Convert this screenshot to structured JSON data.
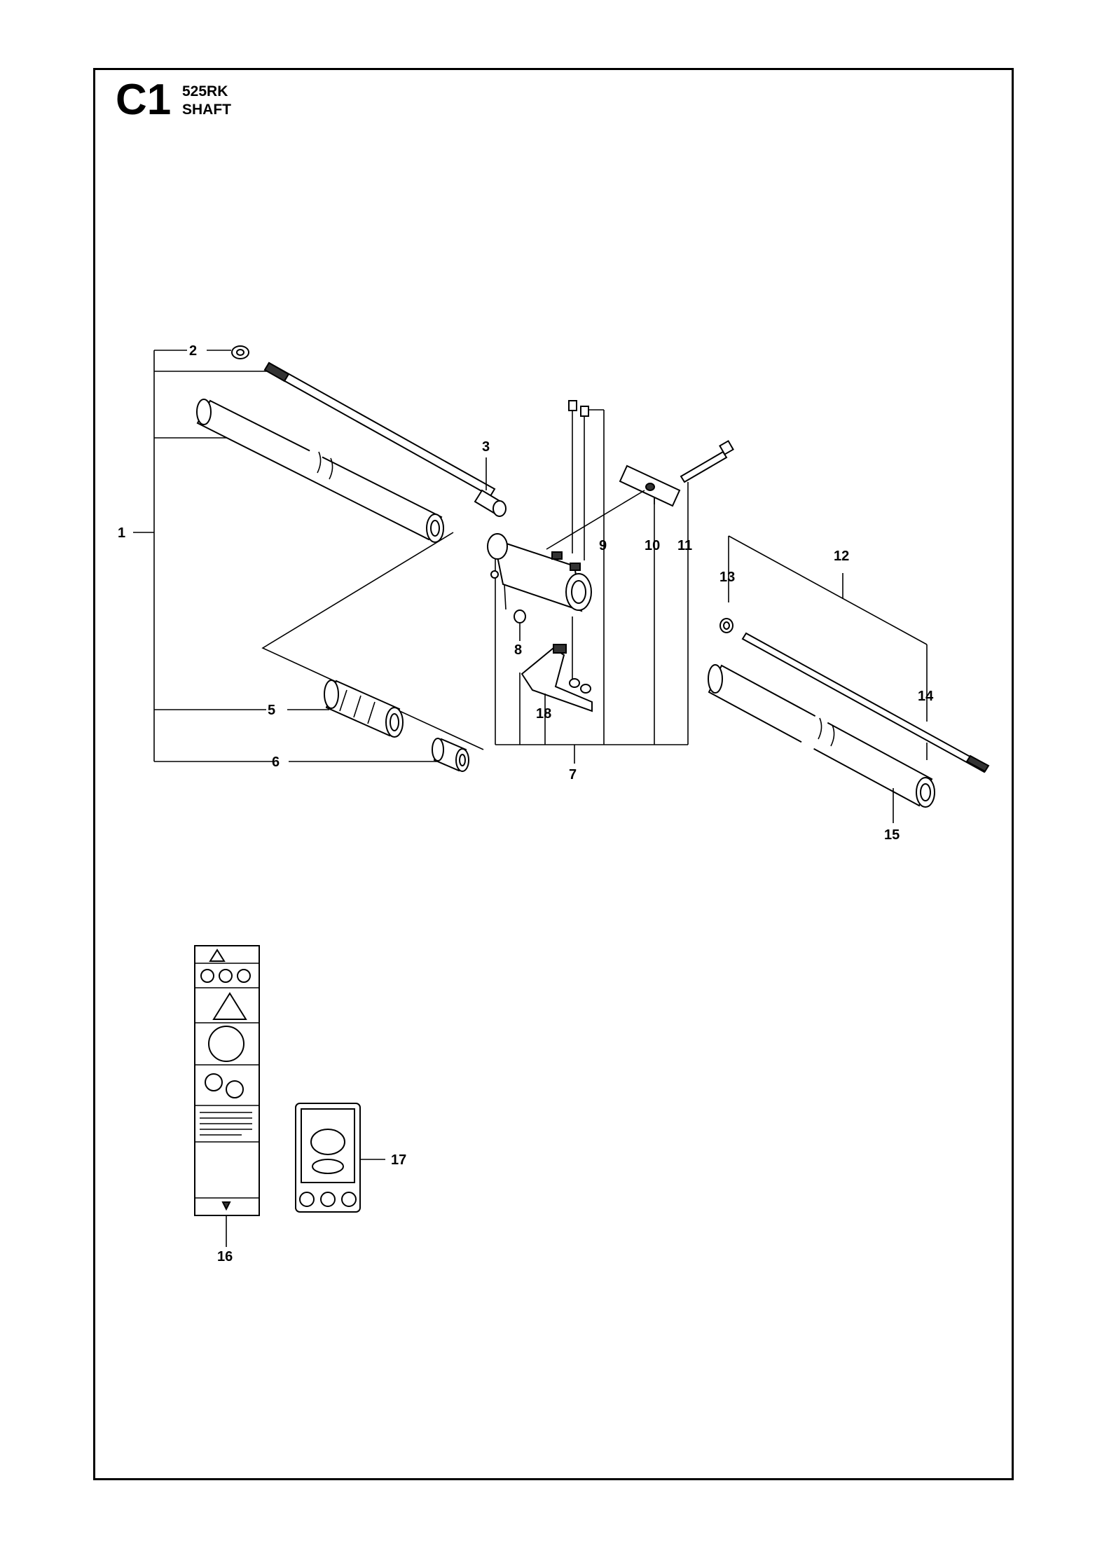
{
  "header": {
    "section_code": "C1",
    "model": "525RK",
    "title": "SHAFT"
  },
  "callouts": [
    "1",
    "2",
    "3",
    "5",
    "6",
    "7",
    "8",
    "9",
    "10",
    "11",
    "12",
    "13",
    "14",
    "15",
    "16",
    "17",
    "18"
  ]
}
